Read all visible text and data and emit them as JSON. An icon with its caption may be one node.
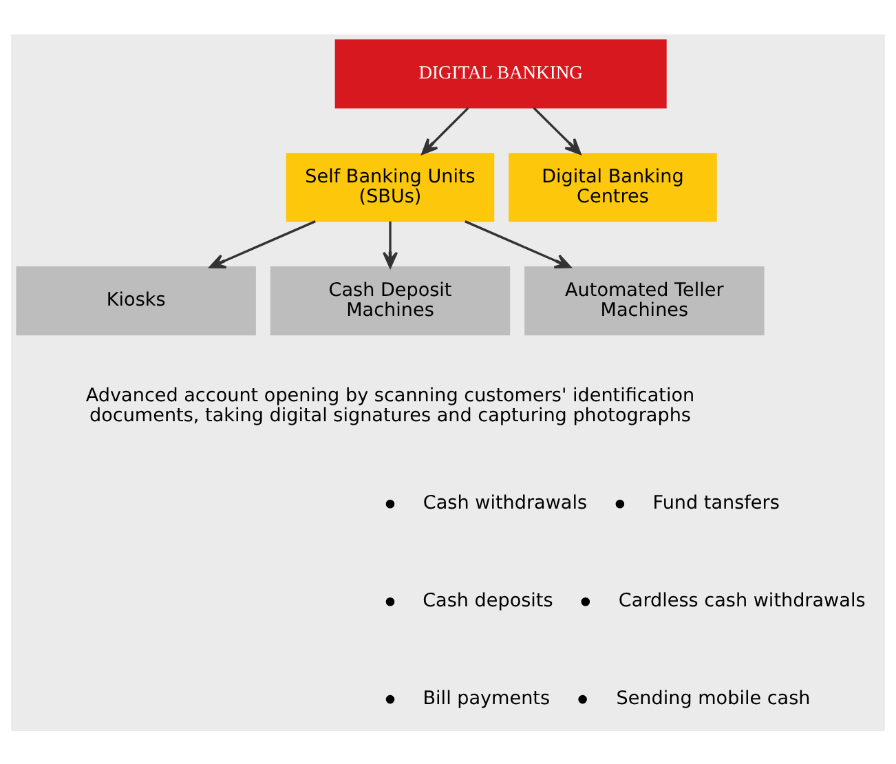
{
  "diagram": {
    "nodes": [
      {
        "text": [
          "DIGITAL BANKING"
        ]
      },
      {
        "text": [
          "Self Banking Units (SBUs)"
        ]
      },
      {
        "text": [
          "Digital Banking Centres"
        ]
      },
      {
        "text": [
          "Kiosks"
        ]
      },
      {
        "text": [
          "Cash Deposit Machines"
        ]
      },
      {
        "text": [
          "Automated Teller Machines"
        ]
      }
    ],
    "edges": [
      {
        "from": 0,
        "to": 1,
        "arrow": "to"
      },
      {
        "from": 0,
        "to": 2,
        "arrow": "to"
      },
      {
        "from": 1,
        "to": 3,
        "arrow": "to"
      },
      {
        "from": 1,
        "to": 4,
        "arrow": "to"
      },
      {
        "from": 1,
        "to": 5,
        "arrow": "to"
      }
    ],
    "labels": [
      "Advanced account opening by scanning customers' identification documents, taking digital signatures and capturing photographs",
      "Cash withdrawals",
      "Fund tansfers",
      "Cash deposits",
      "Cardless cash withdrawals",
      "Bill payments",
      "Sending mobile cash"
    ]
  }
}
